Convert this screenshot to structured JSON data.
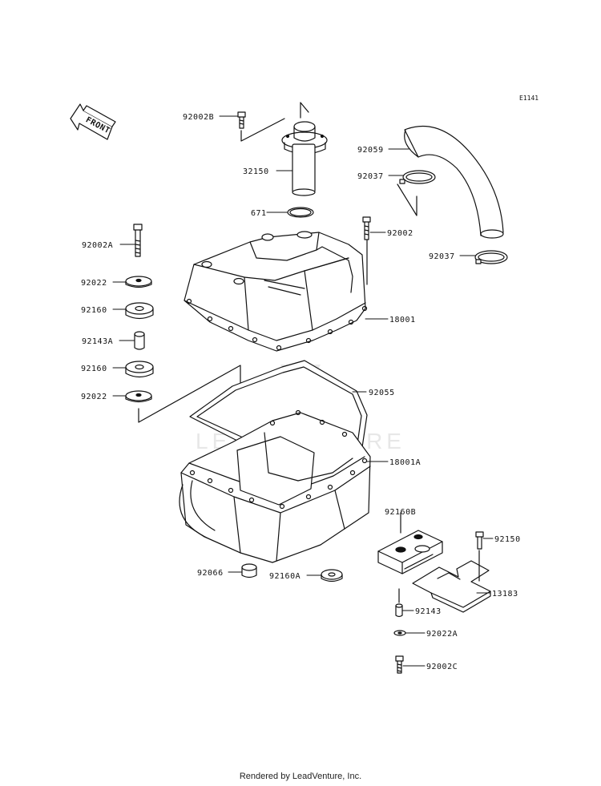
{
  "diagram_id": "E1141",
  "front_label": "FRONT",
  "watermark": "LEADVENTURE",
  "footer": "Rendered by LeadVenture, Inc.",
  "parts": [
    {
      "id": "p-92002B",
      "label": "92002B"
    },
    {
      "id": "p-32150",
      "label": "32150"
    },
    {
      "id": "p-671",
      "label": "671"
    },
    {
      "id": "p-92059",
      "label": "92059"
    },
    {
      "id": "p-92037-top",
      "label": "92037"
    },
    {
      "id": "p-92037-bot",
      "label": "92037"
    },
    {
      "id": "p-92002A",
      "label": "92002A"
    },
    {
      "id": "p-92002",
      "label": "92002"
    },
    {
      "id": "p-92022-top",
      "label": "92022"
    },
    {
      "id": "p-92160-top",
      "label": "92160"
    },
    {
      "id": "p-18001",
      "label": "18001"
    },
    {
      "id": "p-92143A",
      "label": "92143A"
    },
    {
      "id": "p-92160-mid",
      "label": "92160"
    },
    {
      "id": "p-92022-mid",
      "label": "92022"
    },
    {
      "id": "p-92055",
      "label": "92055"
    },
    {
      "id": "p-18001A",
      "label": "18001A"
    },
    {
      "id": "p-92160B",
      "label": "92160B"
    },
    {
      "id": "p-92150",
      "label": "92150"
    },
    {
      "id": "p-92066",
      "label": "92066"
    },
    {
      "id": "p-92160A",
      "label": "92160A"
    },
    {
      "id": "p-13183",
      "label": "13183"
    },
    {
      "id": "p-92143",
      "label": "92143"
    },
    {
      "id": "p-92022A",
      "label": "92022A"
    },
    {
      "id": "p-92002C",
      "label": "92002C"
    }
  ]
}
